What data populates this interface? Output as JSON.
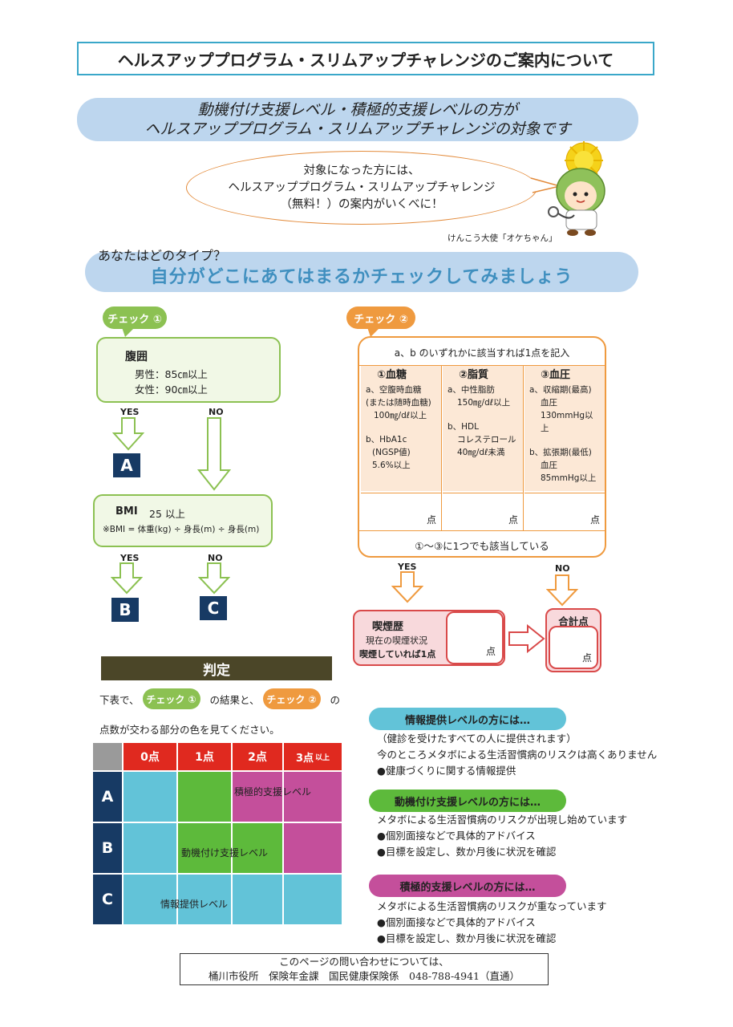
{
  "header": {
    "title": "ヘルスアッププログラム・スリムアップチャレンジのご案内について"
  },
  "banner1": {
    "line1": "動機付け支援レベル・積極的支援レベルの方が",
    "line2": "ヘルスアッププログラム・スリムアップチャレンジの対象です"
  },
  "speech": {
    "line1": "対象になった方には、",
    "line2": "ヘルスアッププログラム・スリムアップチャレンジ",
    "line3": "（無料！）の案内がいくべに！"
  },
  "mascot": {
    "caption": "けんこう大使「オケちゃん」"
  },
  "type_question": "あなたはどのタイプ？",
  "banner2": {
    "text": "自分がどこにあてはまるかチェックしてみましょう"
  },
  "check1": {
    "tag": "チェック ①",
    "waist_title": "腹囲",
    "waist_male": "男性：85㎝以上",
    "waist_female": "女性：90㎝以上",
    "yes": "YES",
    "no": "NO",
    "result_a": "A",
    "bmi_title": "BMI",
    "bmi_value": "25 以上",
    "bmi_formula": "※BMI = 体重(kg) ÷ 身長(m) ÷ 身長(m)",
    "yes2": "YES",
    "no2": "NO",
    "result_b": "B",
    "result_c": "C"
  },
  "check2": {
    "tag": "チェック ②",
    "instruction": "a、b のいずれかに該当すれば1点を記入",
    "columns": [
      {
        "head": "①血糖",
        "a1": "a、空腹時血糖",
        "a2": "(または随時血糖)",
        "a3": "100㎎/dℓ以上",
        "b1": "b、HbA1c",
        "b2": "(NGSP値)",
        "b3": "5.6%以上"
      },
      {
        "head": "②脂質",
        "a1": "a、中性脂肪",
        "a2": "150㎎/dℓ以上",
        "a3": "",
        "b1": "b、HDL",
        "b2": "コレステロール",
        "b3": "40㎎/dℓ未満"
      },
      {
        "head": "③血圧",
        "a1": "a、収縮期(最高)",
        "a2": "血圧",
        "a3": "130mmHg以上",
        "b1": "b、拡張期(最低)",
        "b2": "血圧",
        "b3": "85mmHg以上"
      }
    ],
    "point": "点",
    "condition": "①～③に1つでも該当している",
    "yes": "YES",
    "no": "NO",
    "smoking_title": "喫煙歴",
    "smoking_sub": "現在の喫煙状況",
    "smoking_rule": "喫煙していれば1点",
    "total_title": "合計点"
  },
  "judge": {
    "title": "判定",
    "instr_pre": "下表で、",
    "instr_tag1": "チェック ①",
    "instr_mid": "の結果と、",
    "instr_tag2": "チェック ②",
    "instr_post": "の",
    "instr_line2": "点数が交わる部分の色を見てください。",
    "cols": [
      "0点",
      "1点",
      "2点",
      "3点"
    ],
    "col3_suffix": "以上",
    "rows": [
      "A",
      "B",
      "C"
    ],
    "label_active": "積極的支援レベル",
    "label_motive": "動機付け支援レベル",
    "label_info": "情報提供レベル"
  },
  "levels": {
    "info": {
      "pill": "情報提供レベルの方には…",
      "line1": "（健診を受けたすべての人に提供されます）",
      "line2": "今のところメタボによる生活習慣病のリスクは高くありません",
      "line3": "●健康づくりに関する情報提供"
    },
    "motive": {
      "pill": "動機付け支援レベルの方には…",
      "line1": "メタボによる生活習慣病のリスクが出現し始めています",
      "line2": "●個別面接などで具体的アドバイス",
      "line3": "●目標を設定し、数か月後に状況を確認"
    },
    "active": {
      "pill": "積極的支援レベルの方には…",
      "line1": "メタボによる生活習慣病のリスクが重なっています",
      "line2": "●個別面接などで具体的アドバイス",
      "line3": "●目標を設定し、数か月後に状況を確認"
    }
  },
  "footer": {
    "line1": "このページの問い合わせについては、",
    "line2": "桶川市役所　保険年金課　国民健康保険係　048-788-4941（直通）"
  },
  "colors": {
    "cyan": "#62c3d8",
    "green": "#5dba3b",
    "magenta": "#c44f9b",
    "red_header": "#e0291f",
    "gray_header": "#9a9a9a",
    "navy": "#173a64"
  }
}
